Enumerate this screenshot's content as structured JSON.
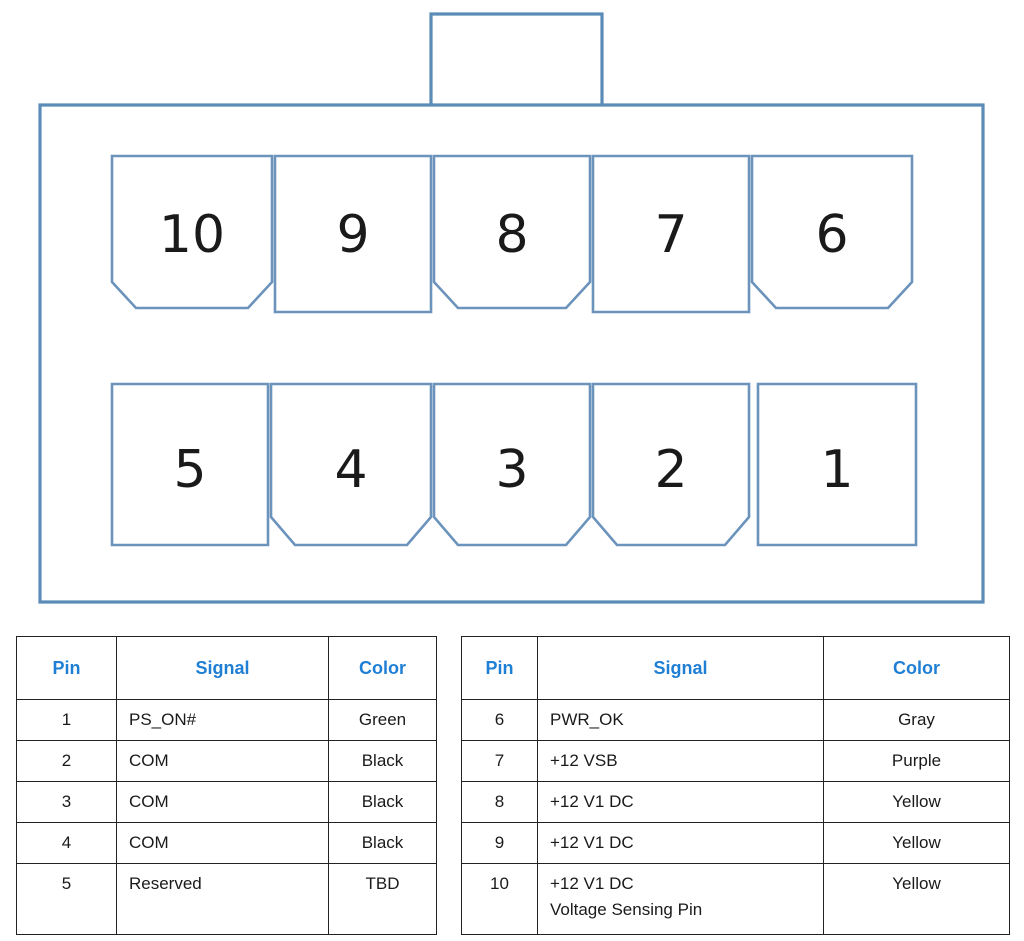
{
  "diagram": {
    "name": "10-pin-power-connector",
    "latch_tab": "latch-tab",
    "accent_color": "#5b8cb8",
    "top_row_pins": [
      "10",
      "9",
      "8",
      "7",
      "6"
    ],
    "bottom_row_pins": [
      "5",
      "4",
      "3",
      "2",
      "1"
    ]
  },
  "tables": {
    "header_color": "#1f7fd4",
    "left": {
      "columns": [
        "Pin",
        "Signal",
        "Color"
      ],
      "rows": [
        {
          "pin": "1",
          "signal": "PS_ON#",
          "signal_line2": "",
          "color": "Green"
        },
        {
          "pin": "2",
          "signal": "COM",
          "signal_line2": "",
          "color": "Black"
        },
        {
          "pin": "3",
          "signal": "COM",
          "signal_line2": "",
          "color": "Black"
        },
        {
          "pin": "4",
          "signal": "COM",
          "signal_line2": "",
          "color": "Black"
        },
        {
          "pin": "5",
          "signal": "Reserved",
          "signal_line2": "",
          "color": "TBD"
        }
      ]
    },
    "right": {
      "columns": [
        "Pin",
        "Signal",
        "Color"
      ],
      "rows": [
        {
          "pin": "6",
          "signal": "PWR_OK",
          "signal_line2": "",
          "color": "Gray"
        },
        {
          "pin": "7",
          "signal": "+12 VSB",
          "signal_line2": "",
          "color": "Purple"
        },
        {
          "pin": "8",
          "signal": "+12 V1 DC",
          "signal_line2": "",
          "color": "Yellow"
        },
        {
          "pin": "9",
          "signal": "+12 V1 DC",
          "signal_line2": "",
          "color": "Yellow"
        },
        {
          "pin": "10",
          "signal": "+12 V1 DC",
          "signal_line2": "Voltage Sensing Pin",
          "color": "Yellow"
        }
      ]
    }
  }
}
